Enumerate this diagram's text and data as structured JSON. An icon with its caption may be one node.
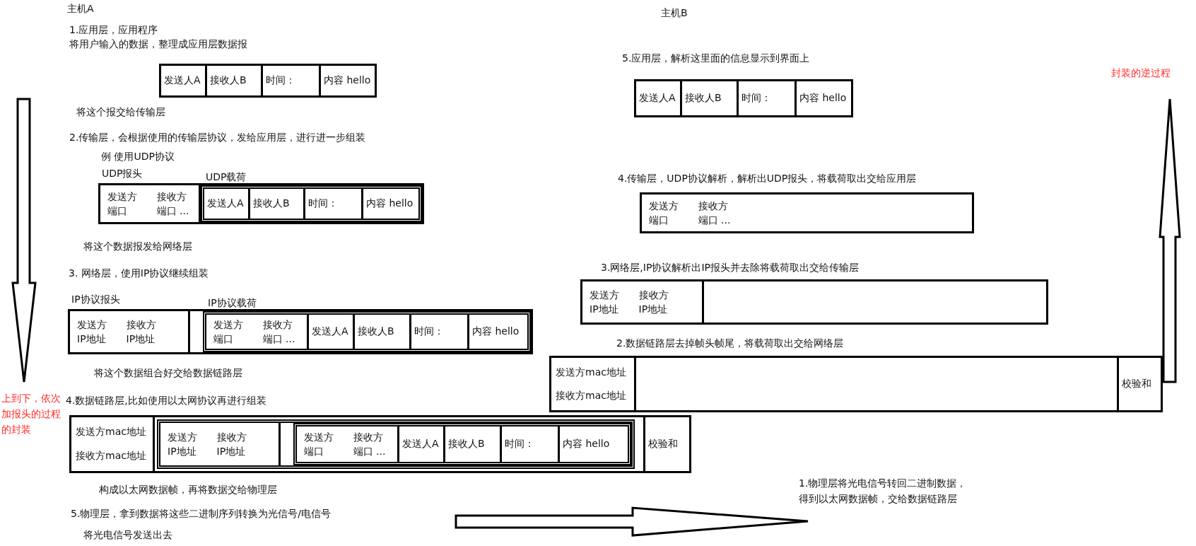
{
  "diagram": {
    "nodes": [
      {
        "text": [],
        "shape": "box"
      },
      {
        "text": [
          "发送人A"
        ],
        "in": 0
      },
      {
        "text": [
          "接收人B"
        ],
        "in": 0
      },
      {
        "text": [
          "时间："
        ],
        "in": 0
      },
      {
        "text": [
          "内容 hello"
        ],
        "in": 0
      },
      {
        "text": [],
        "shape": "box"
      },
      {
        "text": [
          "UDP报头",
          "发送方端口",
          "接收方端口 ..."
        ],
        "in": 5
      },
      {
        "text": [
          "UDP载荷"
        ],
        "in": 5
      },
      {
        "text": [
          "发送人A"
        ],
        "in": 7
      },
      {
        "text": [
          "接收人B"
        ],
        "in": 7
      },
      {
        "text": [
          "时间："
        ],
        "in": 7
      },
      {
        "text": [
          "内容 hello"
        ],
        "in": 7
      },
      {
        "text": [],
        "shape": "box"
      },
      {
        "text": [
          "IP协议报头",
          "发送方IP地址",
          "接收方IP地址"
        ],
        "in": 12
      },
      {
        "text": [
          "IP协议载荷"
        ],
        "in": 12
      },
      {
        "text": [
          "发送方端口",
          "接收方端口 ..."
        ],
        "in": 14
      },
      {
        "text": [
          "发送人A"
        ],
        "in": 14
      },
      {
        "text": [
          "接收人B"
        ],
        "in": 14
      },
      {
        "text": [
          "时间："
        ],
        "in": 14
      },
      {
        "text": [
          "内容 hello"
        ],
        "in": 14
      },
      {
        "text": [],
        "shape": "box"
      },
      {
        "text": [
          "发送方mac地址",
          "接收方mac地址"
        ],
        "in": 20
      },
      {
        "text": [],
        "shape": "box",
        "in": 20
      },
      {
        "text": [
          "发送方IP地址",
          "接收方IP地址"
        ],
        "in": 22
      },
      {
        "text": [],
        "shape": "box",
        "in": 22
      },
      {
        "text": [
          "发送方端口",
          "接收方端口 ..."
        ],
        "in": 24
      },
      {
        "text": [
          "发送人A"
        ],
        "in": 24
      },
      {
        "text": [
          "接收人B"
        ],
        "in": 24
      },
      {
        "text": [
          "时间："
        ],
        "in": 24
      },
      {
        "text": [
          "内容 hello"
        ],
        "in": 24
      },
      {
        "text": [
          "校验和"
        ],
        "in": 20
      },
      {
        "text": [],
        "shape": "box"
      },
      {
        "text": [
          "发送人A"
        ],
        "in": 31
      },
      {
        "text": [
          "接收人B"
        ],
        "in": 31
      },
      {
        "text": [
          "时间："
        ],
        "in": 31
      },
      {
        "text": [
          "内容 hello"
        ],
        "in": 31
      },
      {
        "text": [
          "发送方端口",
          "接收方端口 ..."
        ]
      },
      {
        "text": [],
        "shape": "box"
      },
      {
        "text": [
          "发送方IP地址",
          "接收方IP地址"
        ],
        "in": 37
      },
      {
        "text": [],
        "shape": "box"
      },
      {
        "text": [
          "发送方mac地址",
          "接收方mac地址"
        ],
        "in": 39
      },
      {
        "text": [
          "校验和"
        ],
        "in": 39
      }
    ],
    "labels": [
      "主机A",
      "1.应用层，应用程序",
      "将用户输入的数据，整理成应用层数据报",
      "将这个报交给传输层",
      "2.传输层，会根据使用的传输层协议，发给应用层，进行进一步组装",
      "例 使用UDP协议",
      "将这个数据报发给网络层",
      "3. 网络层，使用IP协议继续组装",
      "将这个数据组合好交给数据链路层",
      "4.数据链路层,比如使用以太网协议再进行组装",
      "构成以太网数据帧，再将数据交给物理层",
      "5.物理层，拿到数据将这些二进制序列转换为光信号/电信号",
      "将光电信号发送出去",
      "上到下，依次加报头的过程的封装",
      "主机B",
      "5.应用层，解析这里面的信息显示到界面上",
      "封装的逆过程",
      "4.传输层，UDP协议解析，解析出UDP报头，将载荷取出交给应用层",
      "3.网络层,IP协议解析出IP报头并去除将载荷取出交给传输层",
      "2.数据链路层去掉帧头帧尾，将载荷取出交给网络层",
      "1.物理层将光电信号转回二进制数据，得到以太网数据帧，交给数据链路层"
    ]
  }
}
